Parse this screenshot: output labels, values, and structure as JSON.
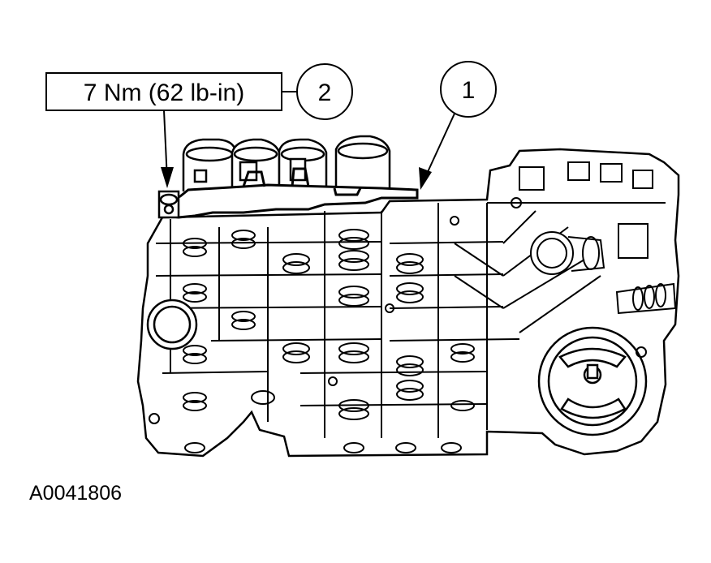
{
  "torque_label": "7 Nm (62 lb-in)",
  "callouts": [
    {
      "number": "2",
      "refers_to": "bolt"
    },
    {
      "number": "1",
      "refers_to": "solenoid-retainer-bracket"
    }
  ],
  "figure_id": "A0041806",
  "colors": {
    "ink": "#000000",
    "background": "#ffffff"
  }
}
